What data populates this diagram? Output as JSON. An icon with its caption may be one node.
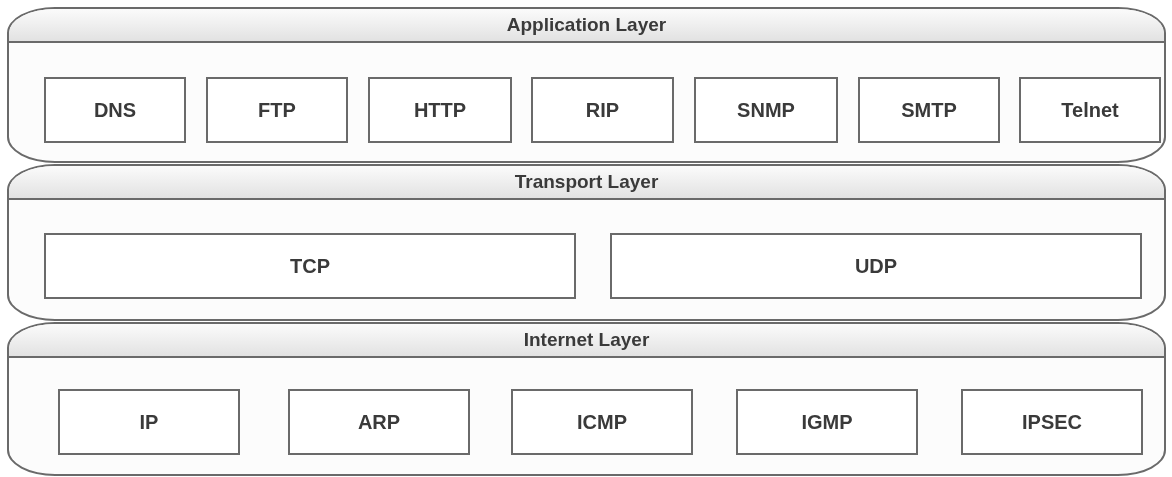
{
  "diagram": {
    "nodes": [
      {
        "text": [
          "Application Layer"
        ]
      },
      {
        "text": [
          "DNS"
        ],
        "in": 0
      },
      {
        "text": [
          "FTP"
        ],
        "in": 0
      },
      {
        "text": [
          "HTTP"
        ],
        "in": 0
      },
      {
        "text": [
          "RIP"
        ],
        "in": 0
      },
      {
        "text": [
          "SNMP"
        ],
        "in": 0
      },
      {
        "text": [
          "SMTP"
        ],
        "in": 0
      },
      {
        "text": [
          "Telnet"
        ],
        "in": 0
      },
      {
        "text": [
          "Transport Layer"
        ]
      },
      {
        "text": [
          "TCP"
        ],
        "in": 8
      },
      {
        "text": [
          "UDP"
        ],
        "in": 8
      },
      {
        "text": [
          "Internet Layer"
        ]
      },
      {
        "text": [
          "IP"
        ],
        "in": 11
      },
      {
        "text": [
          "ARP"
        ],
        "in": 11
      },
      {
        "text": [
          "ICMP"
        ],
        "in": 11
      },
      {
        "text": [
          "IGMP"
        ],
        "in": 11
      },
      {
        "text": [
          "IPSEC"
        ],
        "in": 11
      }
    ]
  }
}
